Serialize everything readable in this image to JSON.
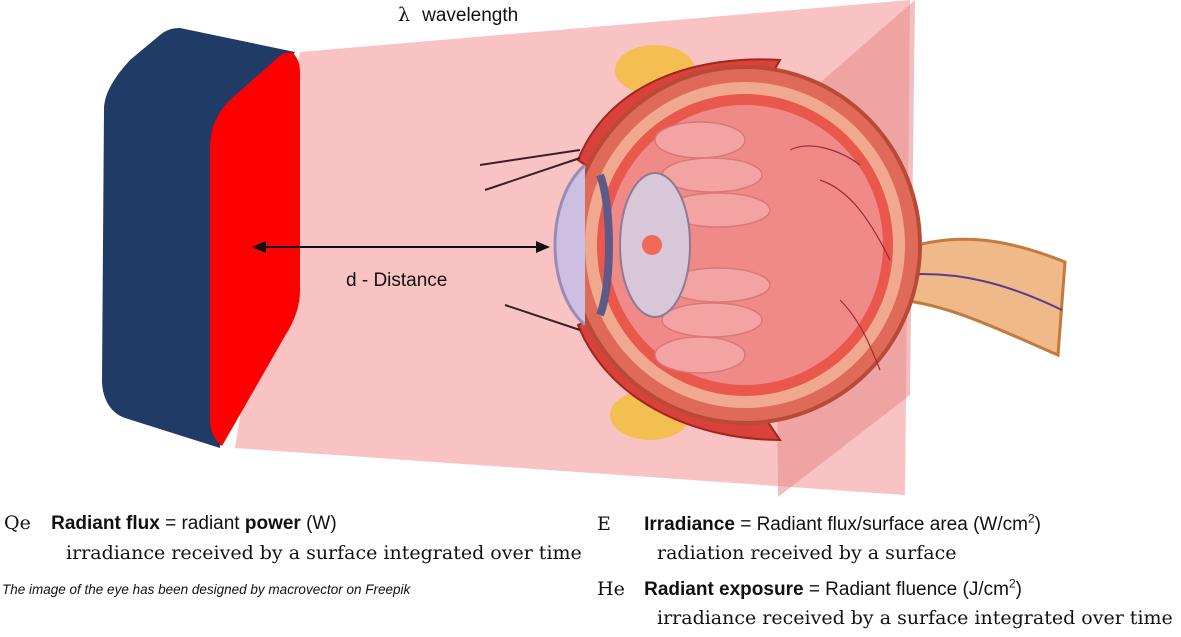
{
  "diagram": {
    "wavelength_symbol": "λ",
    "wavelength_label": "wavelength",
    "distance_label": "d - Distance"
  },
  "definitions": {
    "radiant_flux": {
      "symbol": "Qe",
      "term": "Radiant flux",
      "equals": "= radiant",
      "term2": "power",
      "unit": "(W)",
      "description": "irradiance received by a surface integrated over time"
    },
    "irradiance": {
      "symbol": "E",
      "term": "Irradiance",
      "formula": "= Radiant flux/surface area (W/cm",
      "superscript": "2",
      "close": ")",
      "description": "radiation received by a surface"
    },
    "radiant_exposure": {
      "symbol": "He",
      "term": "Radiant exposure",
      "formula": "= Radiant fluence (J/cm",
      "superscript": "2",
      "close": ")",
      "description": "irradiance received by a surface integrated over time"
    }
  },
  "credit": "The image of the eye has been designed by macrovector on Freepik",
  "colors": {
    "source_body": "#1f3b66",
    "source_face": "#ff0000",
    "beam": "#f9c3c3",
    "plane": "#e88a8a"
  }
}
